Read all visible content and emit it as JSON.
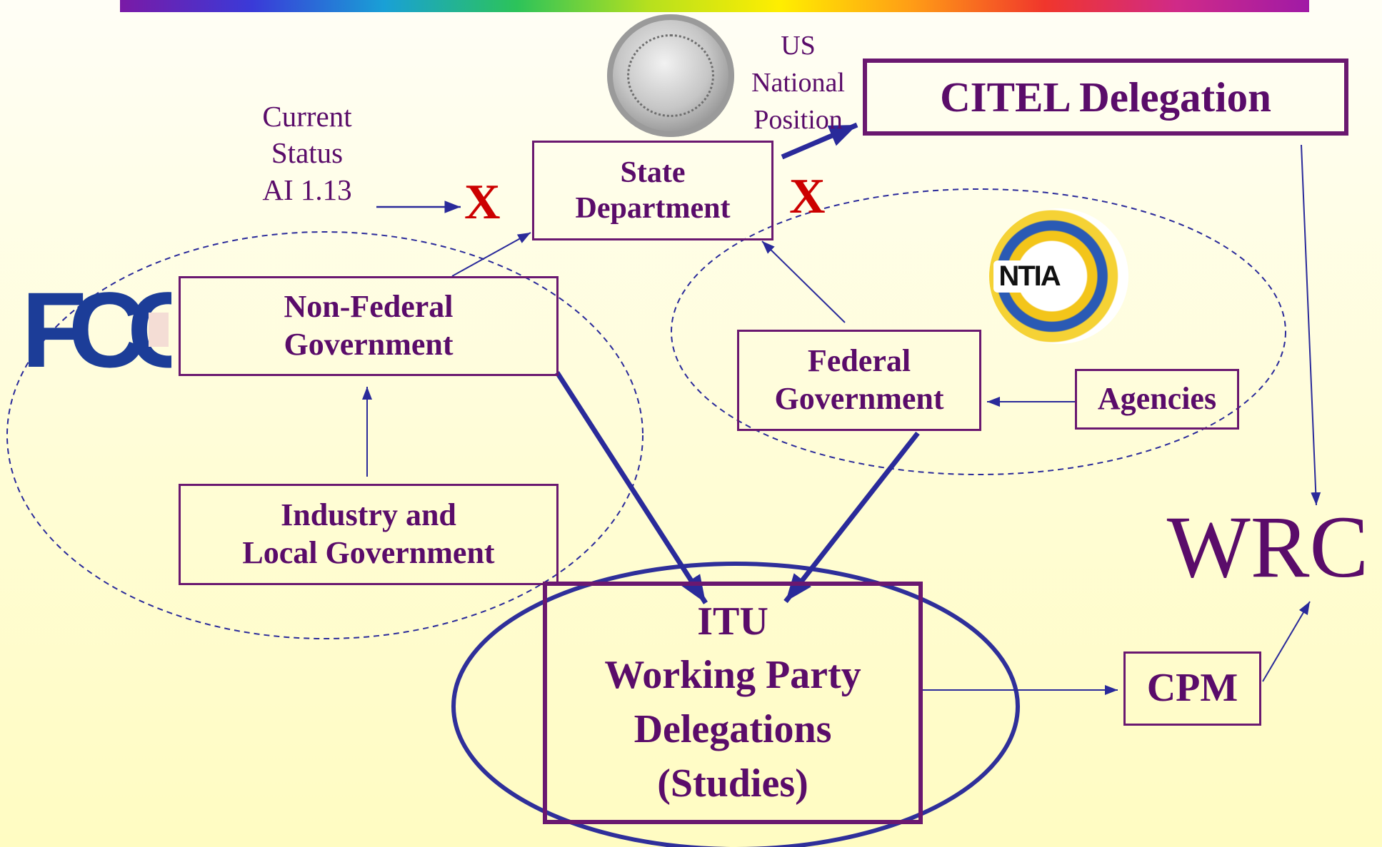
{
  "nodes": {
    "citel": "CITEL Delegation",
    "state_line1": "State",
    "state_line2": "Department",
    "nonfed_line1": "Non-Federal",
    "nonfed_line2": "Government",
    "industry_line1": "Industry and",
    "industry_line2": "Local Government",
    "federal_line1": "Federal",
    "federal_line2": "Government",
    "agencies": "Agencies",
    "itu_line1": "ITU",
    "itu_line2": "Working Party",
    "itu_line3": "Delegations",
    "itu_line4": "(Studies)",
    "cpm": "CPM",
    "wrc": "WRC"
  },
  "annotations": {
    "status_line1": "Current",
    "status_line2": "Status",
    "status_line3": "AI 1.13",
    "position_line1": "US",
    "position_line2": "National",
    "position_line3": "Position",
    "x_mark": "X"
  },
  "logos": {
    "fcc": "FCC",
    "ntia": "NTIA"
  },
  "icons": [
    "us-department-of-state-seal",
    "ntia-logo",
    "fcc-logo"
  ],
  "colors": {
    "box_border": "#6a1870",
    "text": "#5a0c6a",
    "arrow": "#2a2a9a",
    "x_mark": "#cc0000"
  }
}
